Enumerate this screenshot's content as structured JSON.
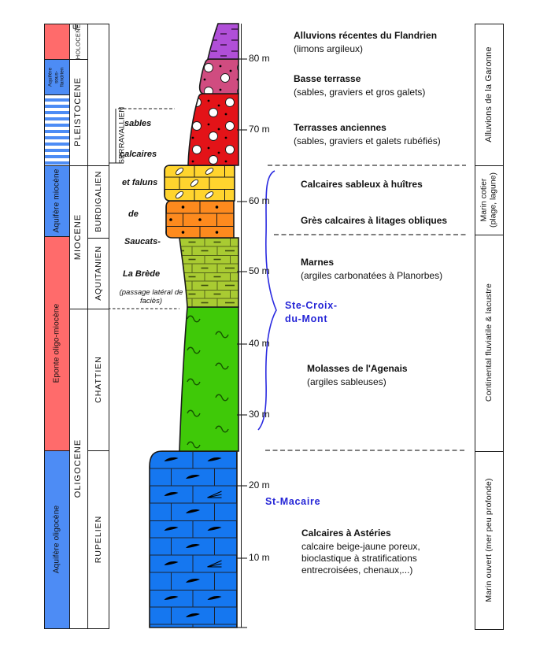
{
  "palette": {
    "aquifer_blue": "#4D8CF5",
    "aquitard_salmon": "#FF6B6B",
    "flandrien_purple": "#B04FD8",
    "basse_terrasse_pink": "#D04C80",
    "terrasses_red": "#E31318",
    "huitres_yellow": "#FFD42E",
    "gres_orange": "#FD8A1E",
    "marnes_olive": "#A9CB32",
    "molasses_green": "#3FC908",
    "asteries_blue": "#1577F0",
    "locality_blue": "#2424D6"
  },
  "aquifers": {
    "sous_flandrien_l1": "Aquifère",
    "sous_flandrien_l2": "sous-",
    "sous_flandrien_l3": "flandrien",
    "miocene": "Aquifère miocène",
    "eponte": "Eponte oligo-miocène",
    "oligocene": "Aquifère oligocène"
  },
  "epochs": {
    "holocene": "HOLOCENE",
    "pleistocene": "PLEISTOCENE",
    "miocene": "MIOCENE",
    "oligocene": "OLIGOCENE"
  },
  "stages": {
    "serravallien": "SERRAVALLIEN",
    "burdigalien": "BURDIGALIEN",
    "aquitanien": "AQUITANIEN",
    "chattien": "CHATTIEN",
    "rupelien": "RUPELIEN"
  },
  "facies_note": {
    "l1": "sables",
    "l2": "calcaires",
    "l3": "et faluns",
    "l4": "de",
    "l5": "Saucats-",
    "l6": "La Brède",
    "l7": "(passage latéral de",
    "l8": "faciès)"
  },
  "depth_scale": {
    "unit": "m",
    "t80": "80 m",
    "t70": "70 m",
    "t60": "60 m",
    "t50": "50 m",
    "t40": "40 m",
    "t30": "30 m",
    "t20": "20 m",
    "t10": "10 m"
  },
  "descriptions": {
    "alluvions": {
      "title": "Alluvions récentes du Flandrien",
      "subtitle": "(limons argileux)"
    },
    "basse_terrasse": {
      "title": "Basse terrasse",
      "subtitle": "(sables, graviers et gros galets)"
    },
    "terrasses": {
      "title": "Terrasses anciennes",
      "subtitle": "(sables, graviers et galets rubéfiés)"
    },
    "calcaires_sableux": {
      "title": "Calcaires sableux à huîtres"
    },
    "gres": {
      "title": "Grès calcaires à litages obliques"
    },
    "marnes": {
      "title": "Marnes",
      "subtitle": "(argiles carbonatées à Planorbes)"
    },
    "molasses": {
      "title": "Molasses de l'Agenais",
      "subtitle": "(argiles sableuses)"
    },
    "asteries": {
      "title": "Calcaires à Astéries",
      "line1": "calcaire beige-jaune poreux,",
      "line2": "bioclastique à stratifications",
      "line3": "entrecroisées, chenaux,...)"
    }
  },
  "localities": {
    "ste_croix_l1": "Ste-Croix-",
    "ste_croix_l2": "du-Mont",
    "st_macaire": "St-Macaire"
  },
  "environments": {
    "garonne": "Alluvions de la Garonne",
    "marin_cotier_l1": "Marin cotier",
    "marin_cotier_l2": "(plage, lagune)",
    "continental": "Continental fluviatile & lacustre",
    "marin_ouvert": "Marin ouvert (mer peu profonde)"
  },
  "icons": {
    "marsh": "ψ"
  },
  "column_units": [
    {
      "name": "Alluvions récentes du Flandrien",
      "pattern": "horizontal-dashes",
      "color": "#B04FD8",
      "top_m": 85,
      "base_m": 80
    },
    {
      "name": "Basse terrasse",
      "pattern": "pebbles",
      "color": "#D04C80",
      "top_m": 80,
      "base_m": 75
    },
    {
      "name": "Terrasses anciennes",
      "pattern": "pebbles",
      "color": "#E31318",
      "top_m": 75,
      "base_m": 65
    },
    {
      "name": "Calcaires sableux à huîtres",
      "pattern": "bricks-shells",
      "color": "#FFD42E",
      "top_m": 65,
      "base_m": 60
    },
    {
      "name": "Grès calcaires à litages obliques",
      "pattern": "bricks-dots",
      "color": "#FD8A1E",
      "top_m": 60,
      "base_m": 55
    },
    {
      "name": "Marnes",
      "pattern": "bricks-dashes",
      "color": "#A9CB32",
      "top_m": 55,
      "base_m": 45
    },
    {
      "name": "Molasses de l'Agenais",
      "pattern": "squiggles",
      "color": "#3FC908",
      "top_m": 45,
      "base_m": 25
    },
    {
      "name": "Calcaires à Astéries",
      "pattern": "bricks-fossils",
      "color": "#1577F0",
      "top_m": 25,
      "base_m": 0
    }
  ]
}
